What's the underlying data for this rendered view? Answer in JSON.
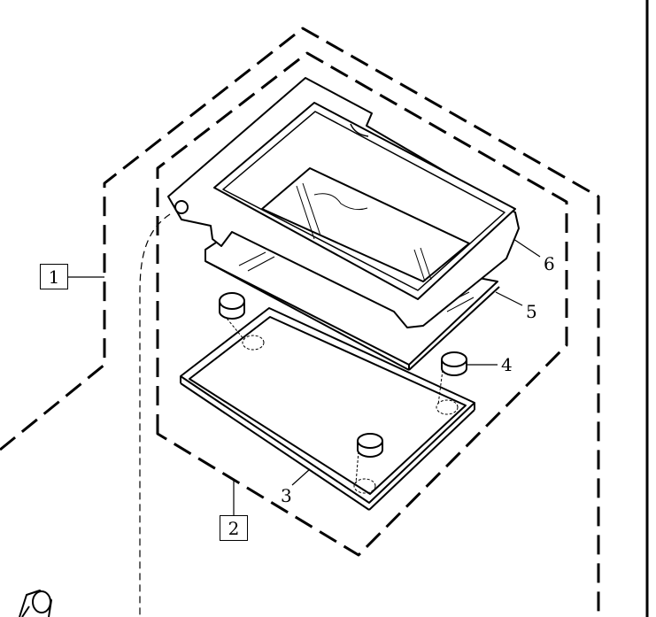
{
  "diagram": {
    "callouts": {
      "assembly_outer": "1",
      "assembly_inner": "2",
      "bottom_plate": "3",
      "foot": "4",
      "gasket": "5",
      "tray": "6"
    },
    "colors": {
      "line": "#000000",
      "background": "#ffffff"
    }
  }
}
